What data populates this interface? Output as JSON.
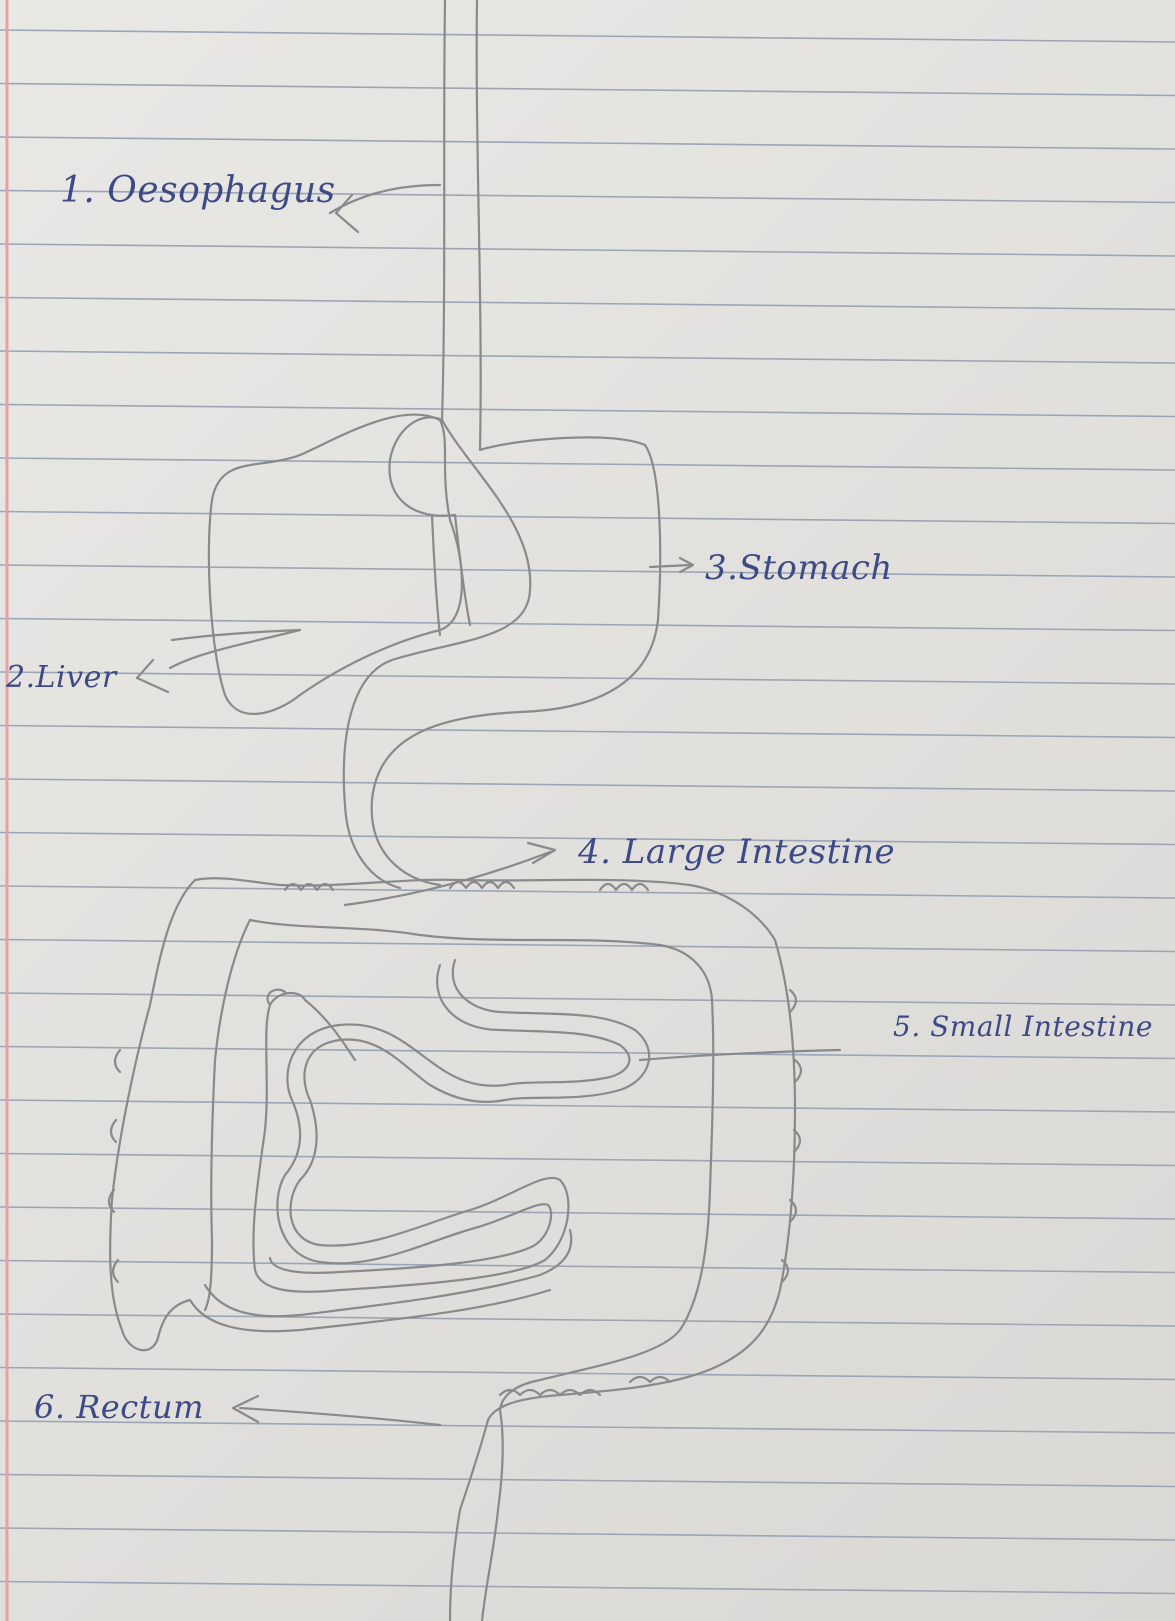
{
  "labels": {
    "oesophagus": "1. Oesophagus",
    "liver": "2.Liver",
    "stomach": "3.Stomach",
    "large_intestine": "4. Large Intestine",
    "small_intestine": "5. Small Intestine",
    "rectum": "6. Rectum"
  },
  "colors": {
    "paper": "#e6e5e2",
    "ruled_line": "#9aa6b8",
    "margin_line": "#e4a3a3",
    "pencil": "#8a8a8c",
    "ink": "#3e4a86"
  }
}
